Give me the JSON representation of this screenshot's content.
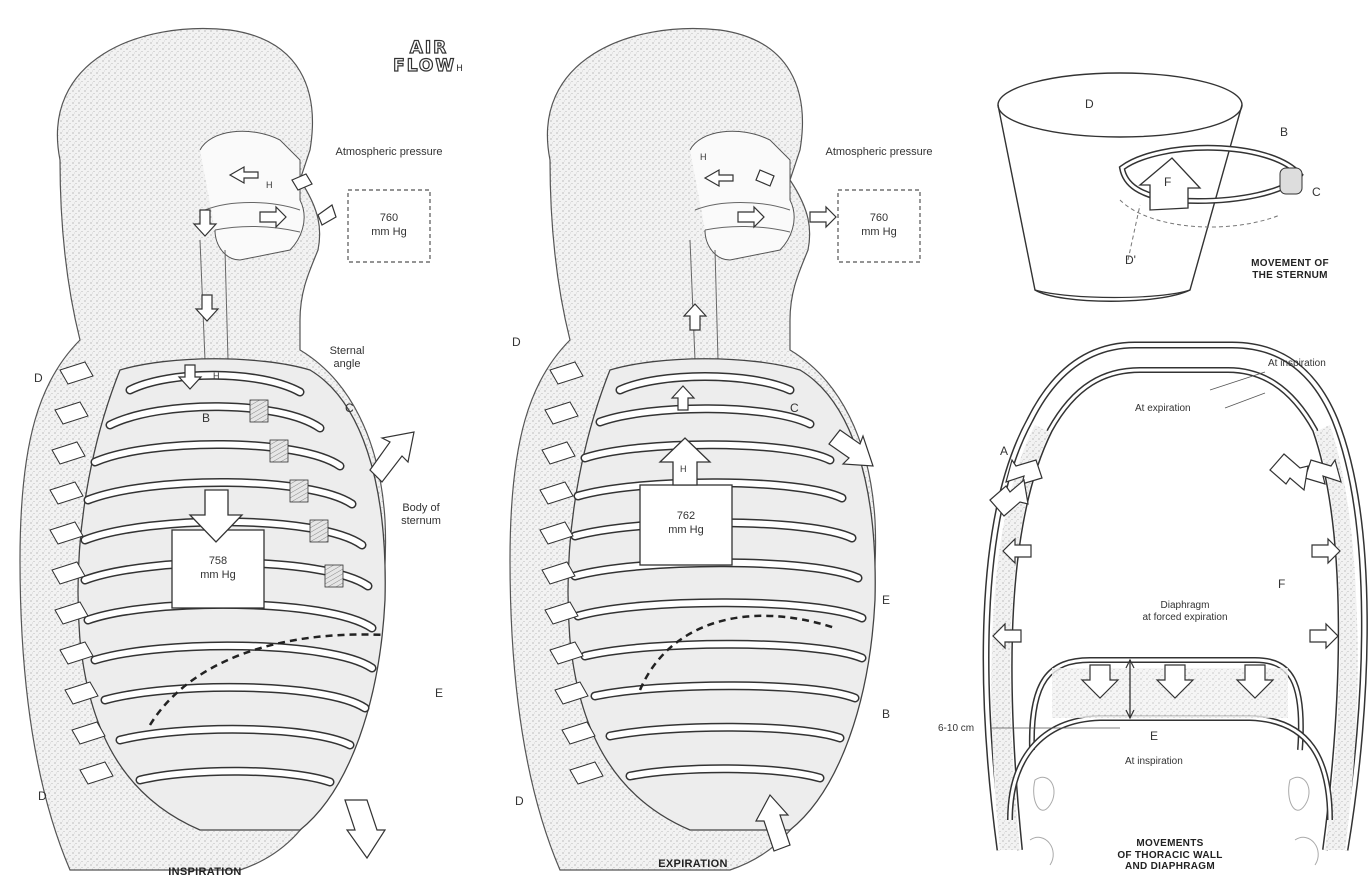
{
  "title": {
    "line1": "AIR",
    "line2": "FLOW",
    "suffix": "H"
  },
  "panels": {
    "inspiration": {
      "caption": "INSPIRATION",
      "atmospheric_label": "Atmospheric pressure",
      "atmospheric_value": "760",
      "atmospheric_unit": "mm Hg",
      "thoracic_value": "758",
      "thoracic_unit": "mm Hg",
      "labels": {
        "sternal_angle": "Sternal angle",
        "body_of_sternum": "Body of sternum",
        "D_top": "D",
        "D_bottom": "D",
        "B": "B",
        "C": "C",
        "E": "E",
        "H_nose": "H",
        "H_neck": "H"
      }
    },
    "expiration": {
      "caption": "EXPIRATION",
      "atmospheric_label": "Atmospheric pressure",
      "atmospheric_value": "760",
      "atmospheric_unit": "mm Hg",
      "thoracic_value": "762",
      "thoracic_unit": "mm Hg",
      "labels": {
        "D_top": "D",
        "D_bottom": "D",
        "B": "B",
        "C": "C",
        "E": "E",
        "H_nose": "H",
        "H_chest": "H"
      }
    },
    "sternum": {
      "caption_line1": "MOVEMENT OF",
      "caption_line2": "THE STERNUM",
      "labels": {
        "D": "D",
        "D_prime": "D'",
        "B": "B",
        "C": "C",
        "F": "F"
      }
    },
    "thoracic_wall": {
      "caption_line1": "MOVEMENTS",
      "caption_line2": "OF THORACIC WALL",
      "caption_line3": "AND DIAPHRAGM",
      "at_inspiration_top": "At inspiration",
      "at_expiration": "At expiration",
      "diaphragm_line1": "Diaphragm",
      "diaphragm_line2": "at forced expiration",
      "distance": "6-10 cm",
      "at_inspiration_bottom": "At inspiration",
      "letters": {
        "A": "A",
        "E": "E",
        "F": "F"
      }
    }
  },
  "colors": {
    "ink": "#333333",
    "stipple": "#d8d8d8",
    "paper": "#ffffff"
  }
}
